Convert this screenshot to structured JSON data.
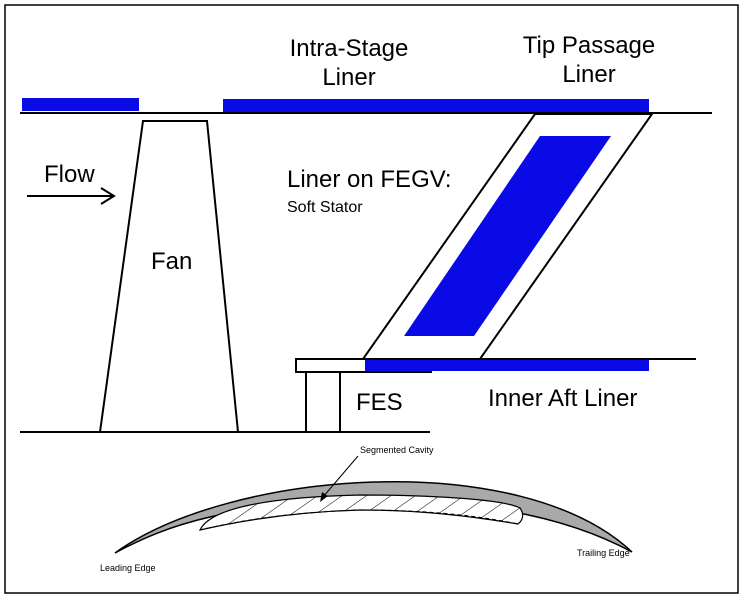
{
  "labels": {
    "intra_stage_liner": [
      "Intra-Stage",
      "Liner"
    ],
    "tip_passage_liner": [
      "Tip Passage",
      "Liner"
    ],
    "flow": "Flow",
    "fan": "Fan",
    "liner_on_fegv": "Liner on FEGV:",
    "soft_stator": "Soft Stator",
    "fes": "FES",
    "inner_aft_liner": "Inner Aft Liner",
    "segmented_cavity": "Segmented Cavity",
    "leading_edge": "Leading Edge",
    "trailing_edge": "Trailing Edge"
  },
  "colors": {
    "liner": "#0a0ae6",
    "airfoil": "#a9a9a9",
    "line": "#000000",
    "background": "#ffffff"
  }
}
